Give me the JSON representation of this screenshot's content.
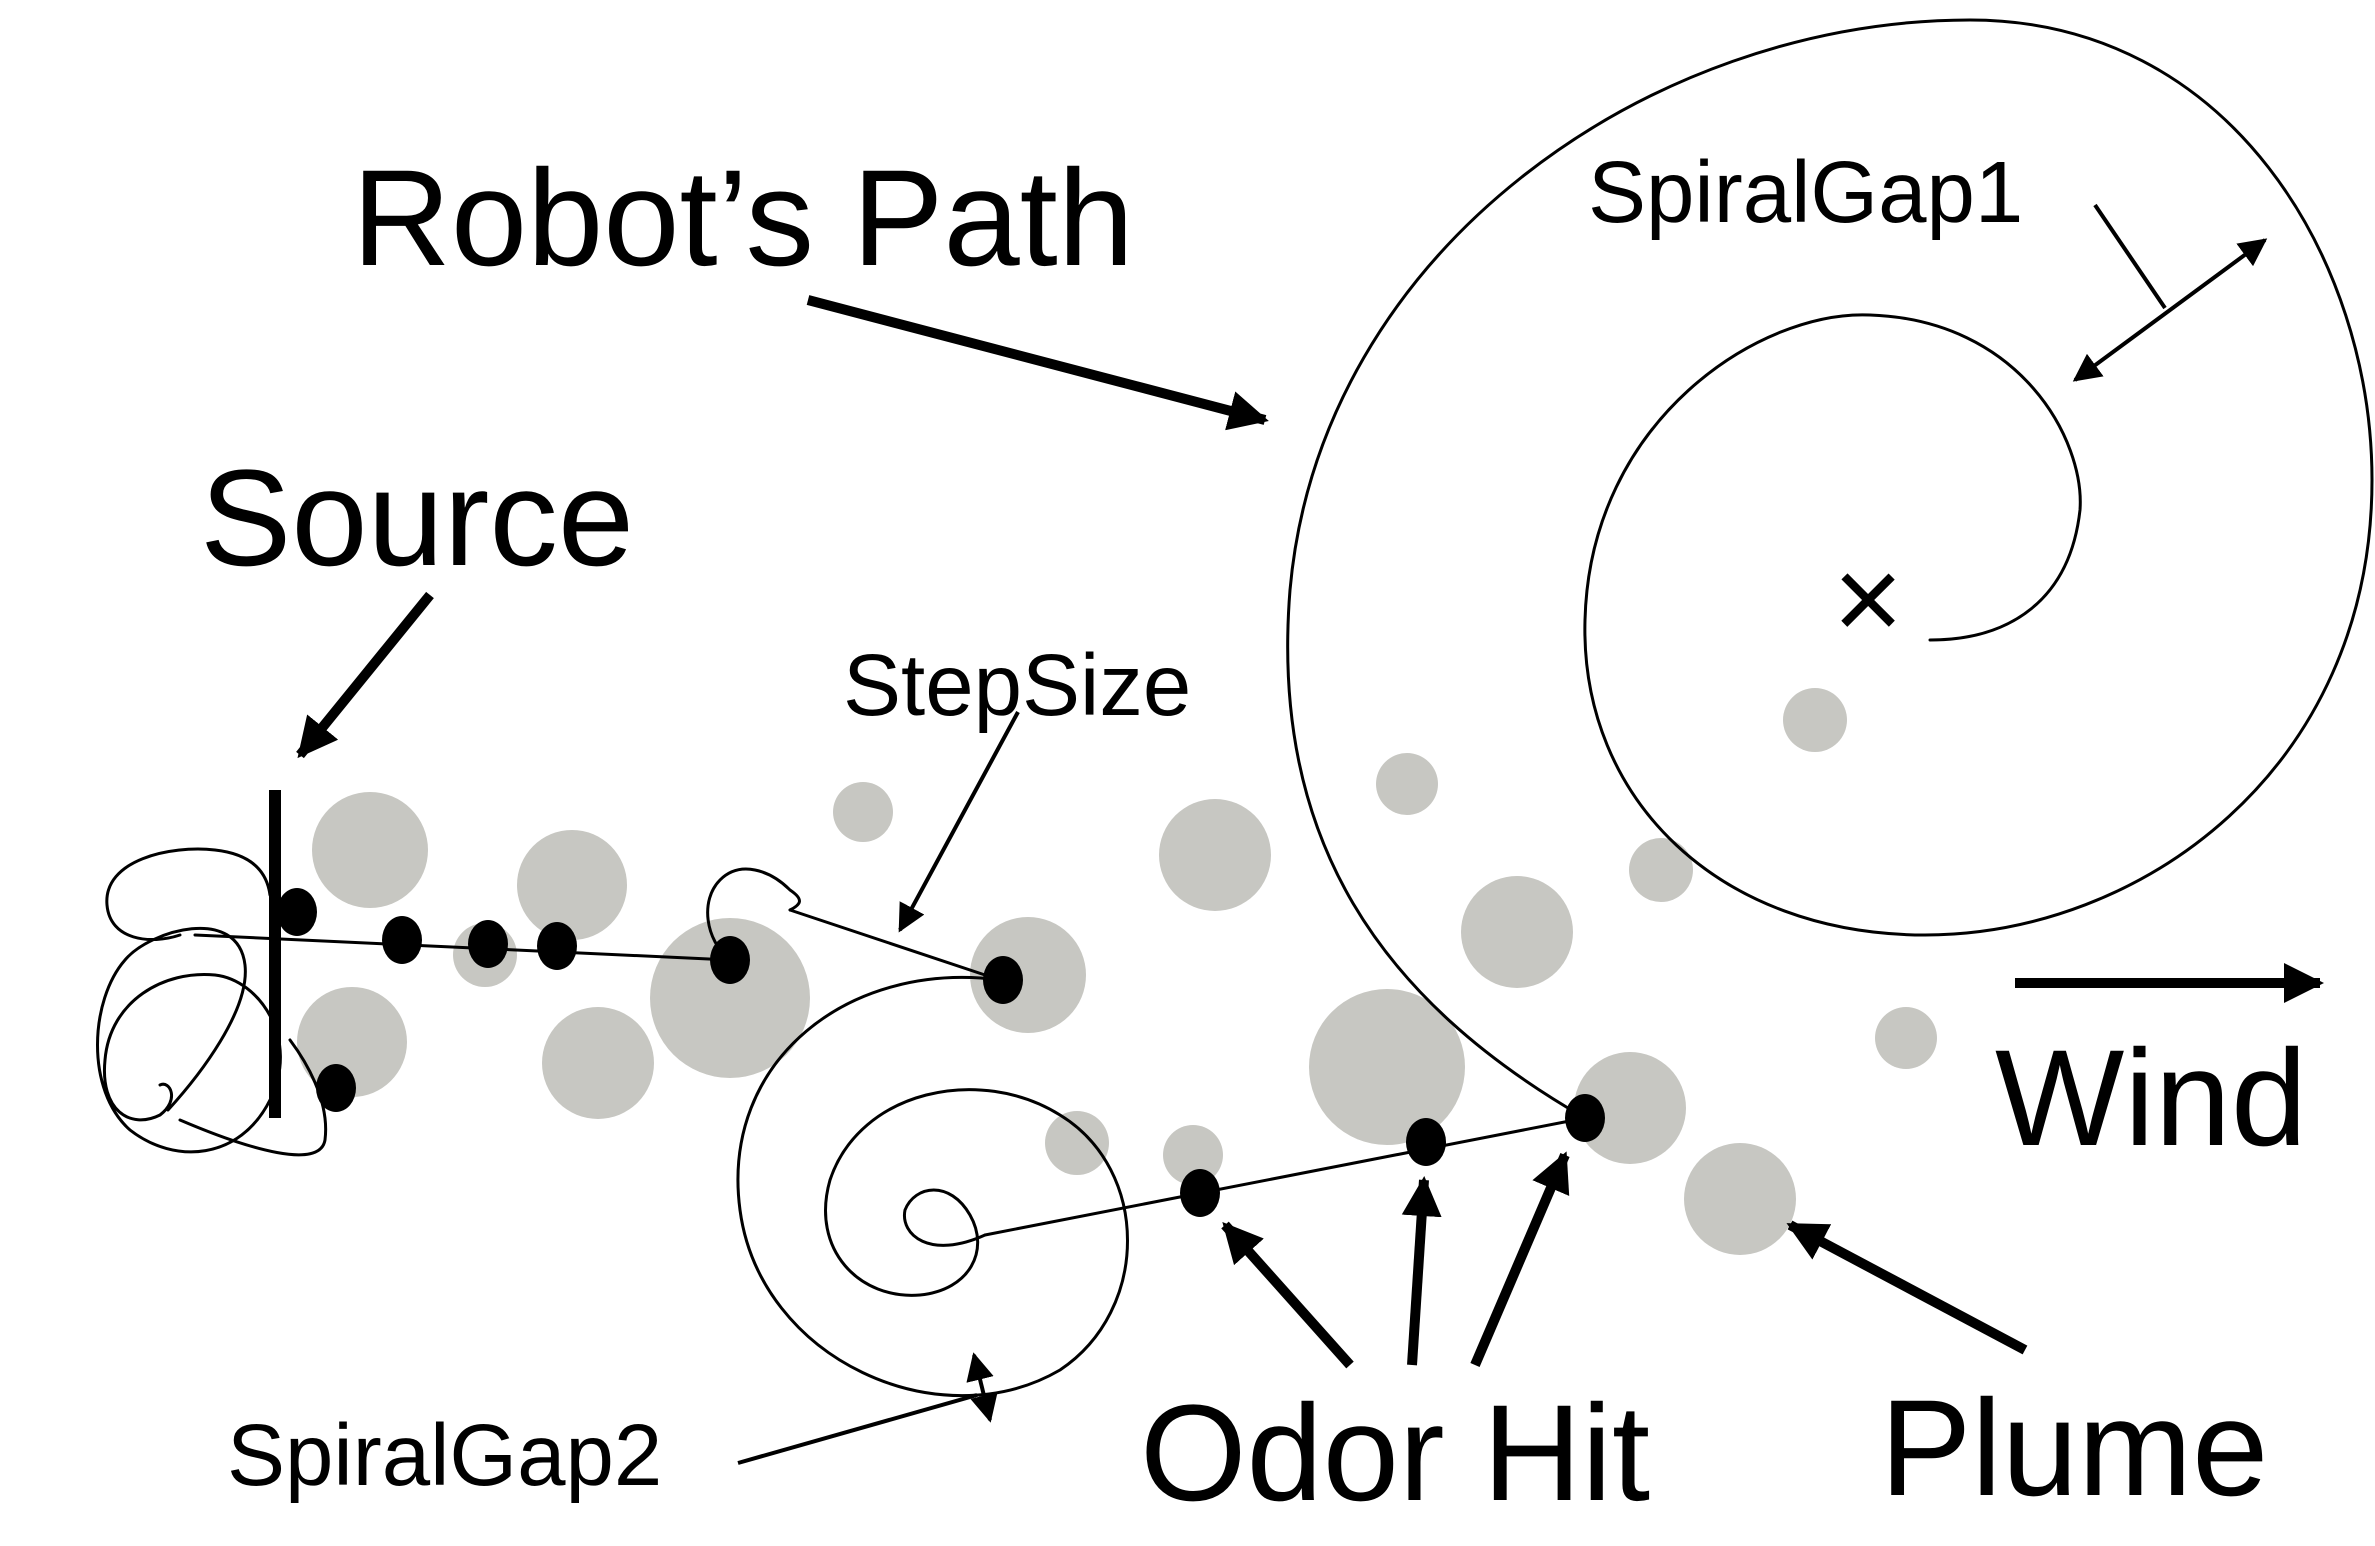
{
  "labels": {
    "robots_path": "Robot’s Path",
    "source": "Source",
    "step_size": "StepSize",
    "spiral_gap1": "SpiralGap1",
    "spiral_gap2": "SpiralGap2",
    "odor_hit": "Odor Hit",
    "plume": "Plume",
    "wind": "Wind",
    "cross_marker": "×"
  },
  "colors": {
    "plume_puff": "#c7c7c2",
    "ink": "#000000",
    "background": "#ffffff"
  }
}
